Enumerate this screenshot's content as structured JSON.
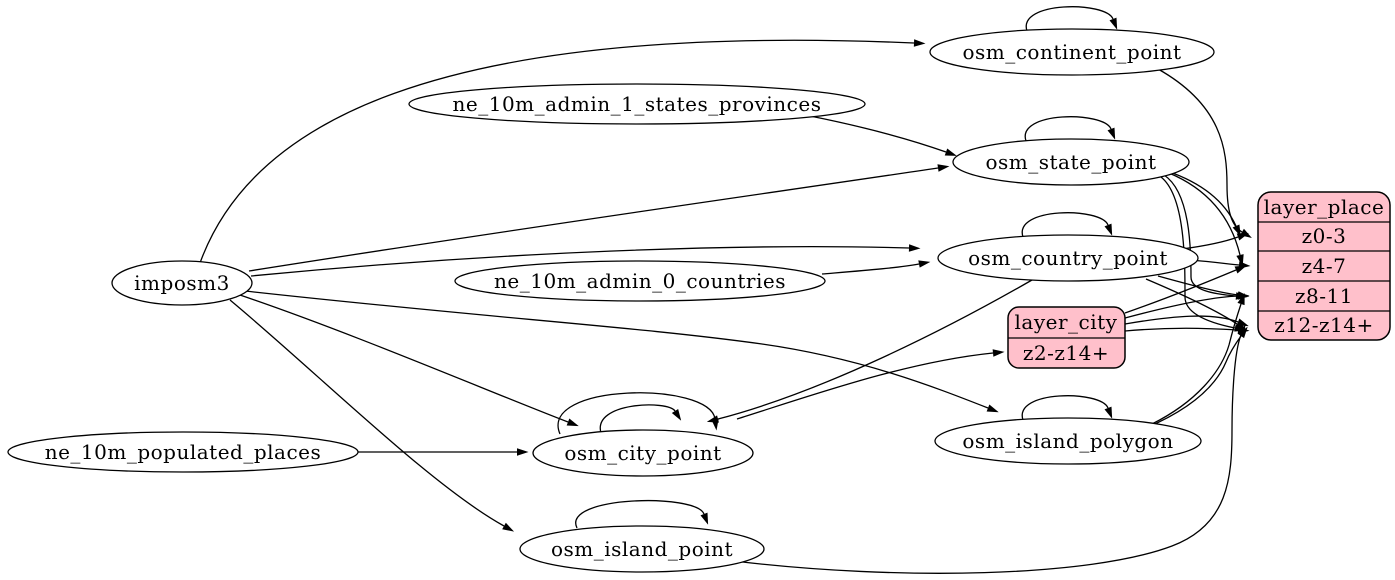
{
  "diagram": {
    "type": "graphviz-directed-graph",
    "background": "#ffffff",
    "colors": {
      "node_fill": "#ffffff",
      "record_fill": "#ffc0cb",
      "stroke": "#000000",
      "text": "#000000"
    },
    "nodes": {
      "imposm3": {
        "label": "imposm3"
      },
      "ne_10m_admin_1_states_provinces": {
        "label": "ne_10m_admin_1_states_provinces"
      },
      "ne_10m_admin_0_countries": {
        "label": "ne_10m_admin_0_countries"
      },
      "ne_10m_populated_places": {
        "label": "ne_10m_populated_places"
      },
      "osm_continent_point": {
        "label": "osm_continent_point"
      },
      "osm_state_point": {
        "label": "osm_state_point"
      },
      "osm_country_point": {
        "label": "osm_country_point"
      },
      "osm_city_point": {
        "label": "osm_city_point"
      },
      "osm_island_polygon": {
        "label": "osm_island_polygon"
      },
      "osm_island_point": {
        "label": "osm_island_point"
      }
    },
    "records": {
      "layer_city": {
        "title": "layer_city",
        "rows": [
          "z2-z14+"
        ]
      },
      "layer_place": {
        "title": "layer_place",
        "rows": [
          "z0-3",
          "z4-7",
          "z8-11",
          "z12-z14+"
        ]
      }
    },
    "edges": [
      {
        "from": "imposm3",
        "to": "osm_continent_point"
      },
      {
        "from": "imposm3",
        "to": "osm_state_point"
      },
      {
        "from": "imposm3",
        "to": "osm_country_point"
      },
      {
        "from": "imposm3",
        "to": "osm_city_point"
      },
      {
        "from": "imposm3",
        "to": "osm_island_polygon"
      },
      {
        "from": "imposm3",
        "to": "osm_island_point"
      },
      {
        "from": "ne_10m_admin_1_states_provinces",
        "to": "osm_state_point"
      },
      {
        "from": "ne_10m_admin_0_countries",
        "to": "osm_country_point"
      },
      {
        "from": "ne_10m_populated_places",
        "to": "osm_city_point"
      },
      {
        "from": "osm_continent_point",
        "to": "osm_continent_point",
        "self_loop": true
      },
      {
        "from": "osm_state_point",
        "to": "osm_state_point",
        "self_loop": true
      },
      {
        "from": "osm_country_point",
        "to": "osm_country_point",
        "self_loop": true
      },
      {
        "from": "osm_city_point",
        "to": "osm_city_point",
        "self_loop": true
      },
      {
        "from": "osm_city_point",
        "to": "osm_city_point",
        "self_loop": true
      },
      {
        "from": "osm_island_polygon",
        "to": "osm_island_polygon",
        "self_loop": true
      },
      {
        "from": "osm_island_point",
        "to": "osm_island_point",
        "self_loop": true
      },
      {
        "from": "osm_country_point",
        "to": "osm_city_point"
      },
      {
        "from": "osm_city_point",
        "to": "layer_city",
        "row": "z2-z14+"
      },
      {
        "from": "osm_continent_point",
        "to": "layer_place",
        "row": "z0-3"
      },
      {
        "from": "osm_state_point",
        "to": "layer_place",
        "row": "z0-3"
      },
      {
        "from": "osm_state_point",
        "to": "layer_place",
        "row": "z4-7"
      },
      {
        "from": "osm_state_point",
        "to": "layer_place",
        "row": "z8-11"
      },
      {
        "from": "osm_state_point",
        "to": "layer_place",
        "row": "z12-z14+"
      },
      {
        "from": "osm_country_point",
        "to": "layer_place",
        "row": "z0-3"
      },
      {
        "from": "osm_country_point",
        "to": "layer_place",
        "row": "z4-7"
      },
      {
        "from": "osm_country_point",
        "to": "layer_place",
        "row": "z8-11"
      },
      {
        "from": "osm_country_point",
        "to": "layer_place",
        "row": "z12-z14+"
      },
      {
        "from": "layer_city",
        "to": "layer_place",
        "row": "z4-7"
      },
      {
        "from": "layer_city",
        "to": "layer_place",
        "row": "z8-11"
      },
      {
        "from": "layer_city",
        "to": "layer_place",
        "row": "z12-z14+"
      },
      {
        "from": "layer_city",
        "to": "layer_place",
        "row": "z12-z14+"
      },
      {
        "from": "osm_island_polygon",
        "to": "layer_place",
        "row": "z8-11"
      },
      {
        "from": "osm_island_polygon",
        "to": "layer_place",
        "row": "z12-z14+"
      },
      {
        "from": "osm_island_point",
        "to": "layer_place",
        "row": "z12-z14+"
      }
    ]
  }
}
